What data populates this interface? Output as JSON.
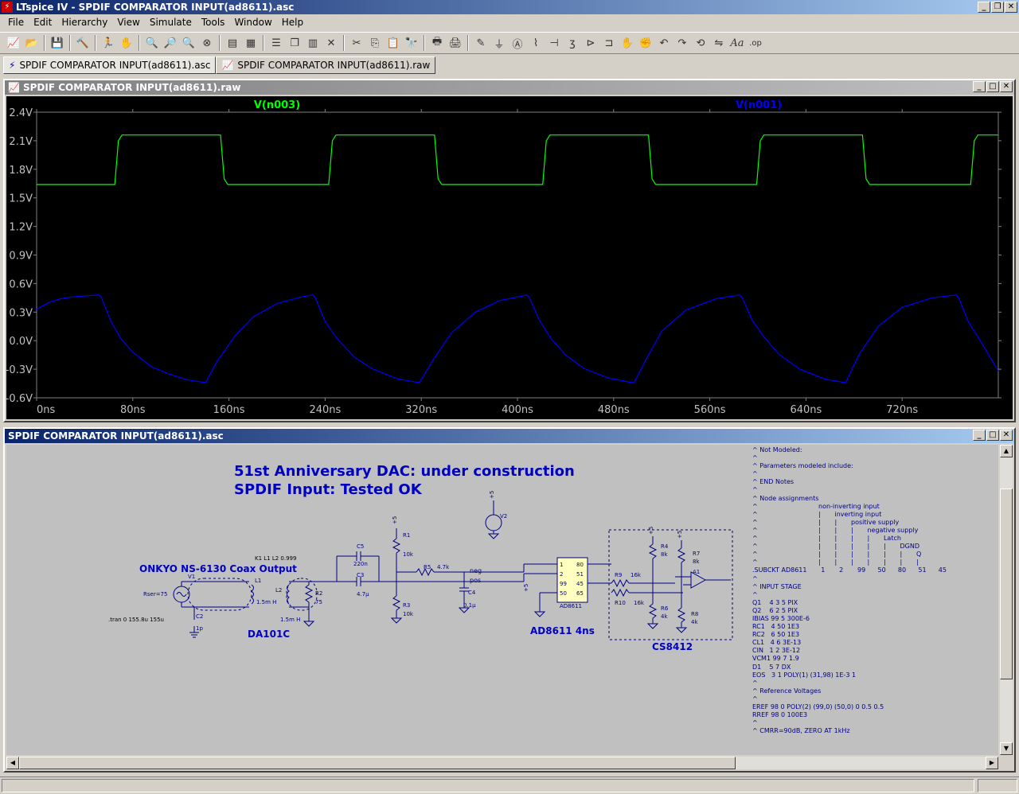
{
  "app": {
    "title": "LTspice IV - SPDIF COMPARATOR INPUT(ad8611).asc",
    "icon": "ltspice-icon"
  },
  "menu": [
    "File",
    "Edit",
    "Hierarchy",
    "View",
    "Simulate",
    "Tools",
    "Window",
    "Help"
  ],
  "tabs": [
    {
      "label": "SPDIF COMPARATOR INPUT(ad8611).asc",
      "icon": "schematic-icon"
    },
    {
      "label": "SPDIF COMPARATOR INPUT(ad8611).raw",
      "icon": "waveform-icon"
    }
  ],
  "plot_window": {
    "title": "SPDIF COMPARATOR INPUT(ad8611).raw",
    "trace_labels": [
      {
        "name": "V(n003)",
        "color": "#00ff00"
      },
      {
        "name": "V(n001)",
        "color": "#0000ff"
      }
    ]
  },
  "schematic_window": {
    "title": "SPDIF COMPARATOR INPUT(ad8611).asc",
    "headline1": "51st Anniversary DAC: under construction",
    "headline2": "SPDIF Input: Tested OK",
    "label_onkyo": "ONKYO NS-6130 Coax Output",
    "label_da101c": "DA101C",
    "label_ad8611": "AD8611 4ns",
    "label_cs8412": "CS8412",
    "label_tran": ".tran 0 155.8u 155u",
    "label_coupling": "K1 L1 L2 0.999",
    "netlist": [
      "^ Not Modeled:",
      "^",
      "^ Parameters modeled include:",
      "^",
      "^ END Notes",
      "^",
      "^ Node assignments",
      "^                              non-inverting input",
      "^                              |       inverting input",
      "^                              |       |       positive supply",
      "^                              |       |       |       negative supply",
      "^                              |       |       |       |       Latch",
      "^                              |       |       |       |       |       DGND",
      "^                              |       |       |       |       |       |       Q",
      "^                              |       |       |       |       |       |       |",
      ".SUBCKT AD8611       1       2       99      50      80      51      45",
      "^",
      "^ INPUT STAGE",
      "^",
      "Q1    4 3 5 PIX",
      "Q2    6 2 5 PIX",
      "IBIAS 99 5 300E-6",
      "RC1   4 50 1E3",
      "RC2   6 50 1E3",
      "CL1   4 6 3E-13",
      "CIN   1 2 3E-12",
      "VCM1 99 7 1.9",
      "D1    5 7 DX",
      "EOS   3 1 POLY(1) (31,98) 1E-3 1",
      "^",
      "^ Reference Voltages",
      "^",
      "EREF 98 0 POLY(2) (99,0) (50,0) 0 0.5 0.5",
      "RREF 98 0 100E3",
      "^",
      "^ CMRR=90dB, ZERO AT 1kHz"
    ]
  },
  "chart_data": {
    "type": "line",
    "title": "",
    "x_unit": "ns",
    "x_ticks": [
      "0ns",
      "80ns",
      "160ns",
      "240ns",
      "320ns",
      "400ns",
      "480ns",
      "560ns",
      "640ns",
      "720ns"
    ],
    "y_ticks": [
      "2.4V",
      "2.1V",
      "1.8V",
      "1.5V",
      "1.2V",
      "0.9V",
      "0.6V",
      "0.3V",
      "0.0V",
      "-0.3V",
      "-0.6V"
    ],
    "xlim": [
      0,
      800
    ],
    "ylim": [
      -0.6,
      2.4
    ],
    "grid": false,
    "series": [
      {
        "name": "V(n003)",
        "color": "#00ff00",
        "x": [
          0,
          65,
          68,
          71,
          153,
          156,
          159,
          243,
          246,
          249,
          331,
          334,
          337,
          421,
          424,
          427,
          509,
          512,
          515,
          599,
          602,
          605,
          687,
          690,
          693,
          777,
          780,
          783,
          800
        ],
        "y": [
          1.64,
          1.64,
          2.1,
          2.16,
          2.16,
          1.7,
          1.64,
          1.64,
          2.1,
          2.16,
          2.16,
          1.7,
          1.64,
          1.64,
          2.1,
          2.16,
          2.16,
          1.7,
          1.64,
          1.64,
          2.1,
          2.16,
          2.16,
          1.7,
          1.64,
          1.64,
          2.1,
          2.16,
          2.16
        ]
      },
      {
        "name": "V(n001)",
        "color": "#0000ff",
        "x": [
          0,
          10,
          20,
          30,
          40,
          52,
          54,
          62,
          70,
          80,
          95,
          110,
          125,
          140,
          140.5,
          150,
          165,
          180,
          200,
          220,
          230,
          232,
          240,
          250,
          265,
          280,
          300,
          318,
          318.5,
          330,
          345,
          365,
          385,
          408,
          410,
          418,
          428,
          440,
          455,
          475,
          495,
          497,
          506,
          520,
          540,
          565,
          585,
          587,
          595,
          605,
          618,
          635,
          655,
          672,
          673,
          684,
          700,
          720,
          745,
          765,
          767,
          775,
          785,
          800
        ],
        "y": [
          0.33,
          0.4,
          0.44,
          0.46,
          0.47,
          0.48,
          0.45,
          0.2,
          0.02,
          -0.12,
          -0.27,
          -0.35,
          -0.41,
          -0.44,
          -0.44,
          -0.22,
          0.05,
          0.25,
          0.39,
          0.46,
          0.48,
          0.45,
          0.2,
          0.02,
          -0.18,
          -0.3,
          -0.4,
          -0.44,
          -0.44,
          -0.2,
          0.08,
          0.3,
          0.42,
          0.48,
          0.45,
          0.22,
          0.02,
          -0.15,
          -0.29,
          -0.39,
          -0.44,
          -0.44,
          -0.22,
          0.1,
          0.32,
          0.44,
          0.48,
          0.45,
          0.22,
          0.04,
          -0.15,
          -0.3,
          -0.4,
          -0.44,
          -0.44,
          -0.15,
          0.15,
          0.35,
          0.45,
          0.48,
          0.45,
          0.2,
          0.0,
          -0.32
        ]
      }
    ]
  }
}
